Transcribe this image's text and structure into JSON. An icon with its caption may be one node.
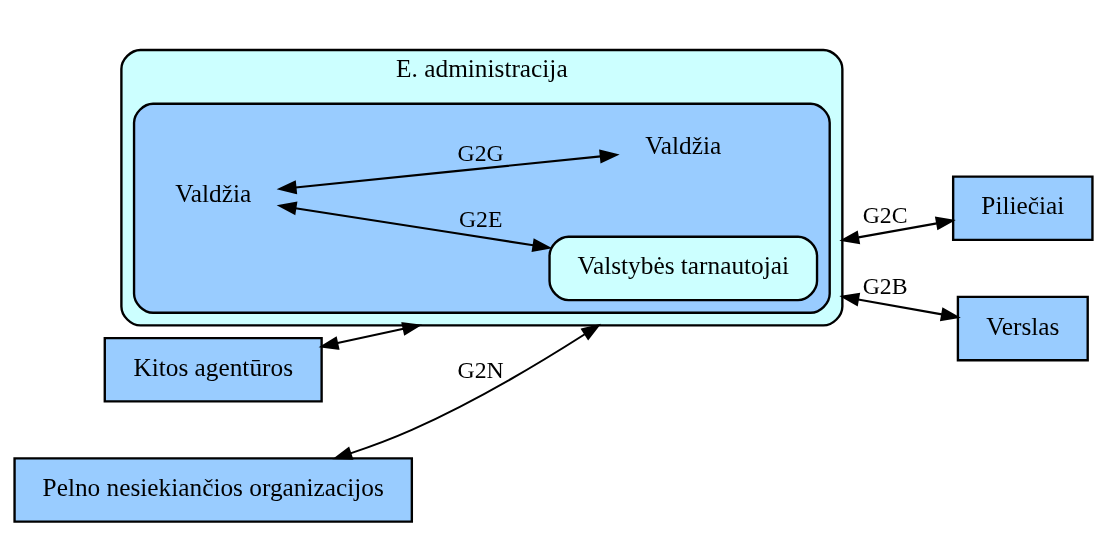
{
  "diagram": {
    "nodes": [
      {
        "text": [
          "E. administracija"
        ]
      },
      {
        "text": [],
        "shape": "box",
        "in": 0
      },
      {
        "text": [
          "Valstybės tarnautojai"
        ],
        "in": 1
      },
      {
        "text": [
          "Valdžia"
        ],
        "in": 1
      },
      {
        "text": [
          "Valdžia"
        ],
        "in": 1
      },
      {
        "text": [
          "Kitos agentūros"
        ]
      },
      {
        "text": [
          "Pelno nesiekiančios organizacijos"
        ]
      },
      {
        "text": [
          "Piliečiai"
        ]
      },
      {
        "text": [
          "Verslas"
        ]
      }
    ],
    "edges": [
      {
        "from": 5,
        "to": 0,
        "arrow": "both"
      },
      {
        "from": 6,
        "to": 0,
        "arrow": "both",
        "label": "G2N"
      },
      {
        "from": 0,
        "to": 7,
        "arrow": "both",
        "label": "G2C"
      },
      {
        "from": 0,
        "to": 8,
        "arrow": "both",
        "label": "G2B"
      },
      {
        "from": 3,
        "to": 2,
        "arrow": "both",
        "label": "G2E"
      },
      {
        "from": 3,
        "to": 4,
        "arrow": "both",
        "label": "G2G"
      }
    ]
  }
}
